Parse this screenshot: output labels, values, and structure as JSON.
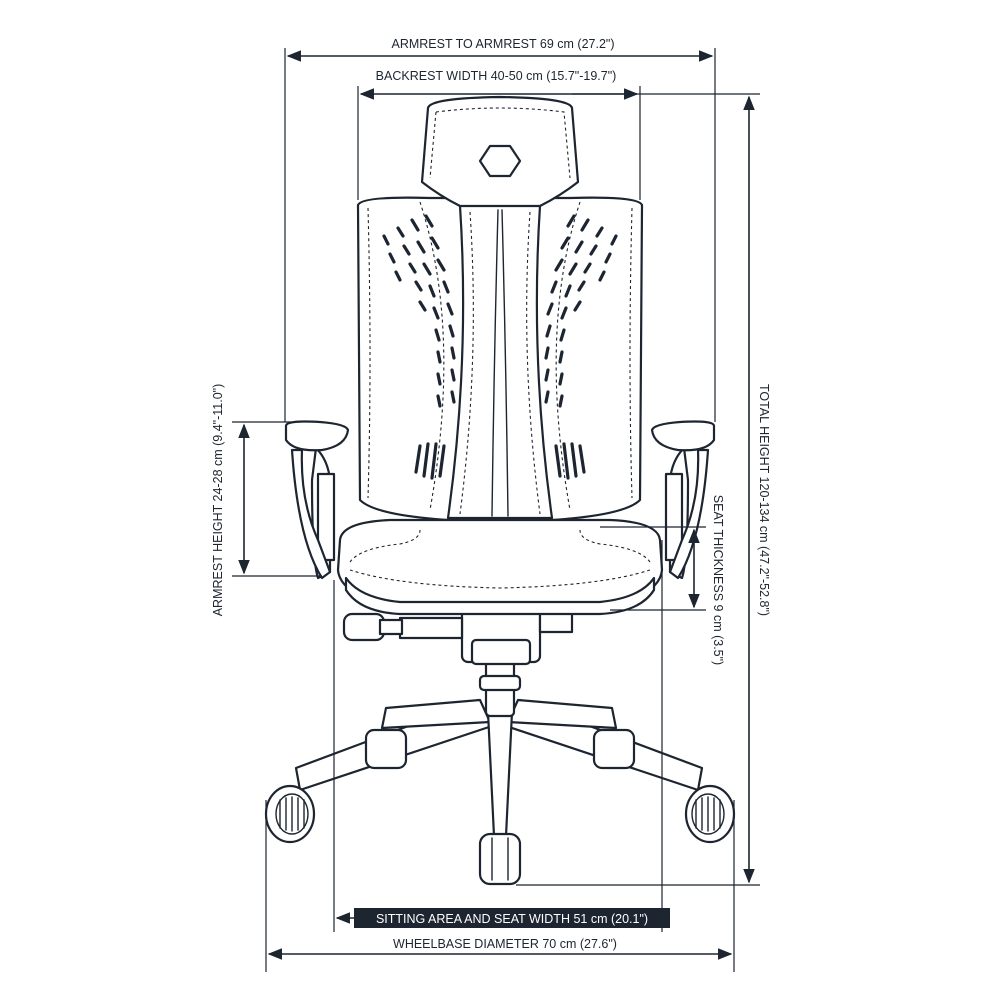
{
  "dimensions": {
    "armrest_to_armrest": "ARMREST TO ARMREST 69 cm (27.2\")",
    "backrest_width": "BACKREST WIDTH 40-50 cm (15.7\"-19.7\")",
    "total_height": "TOTAL HEIGHT 120-134 cm (47.2\"-52.8\")",
    "armrest_height": "ARMREST HEIGHT 24-28 cm (9.4\"-11.0\")",
    "seat_thickness": "SEAT THICKNESS 9 cm (3.5\")",
    "sitting_area": "SITTING AREA AND SEAT WIDTH 51 cm (20.1\")",
    "wheelbase_diameter": "WHEELBASE DIAMETER 70 cm (27.6\")"
  },
  "colors": {
    "line": "#1c2530",
    "label_highlight_bg": "#1c2530",
    "background": "#ffffff"
  },
  "icons": [
    "hexagon-logo-icon"
  ]
}
